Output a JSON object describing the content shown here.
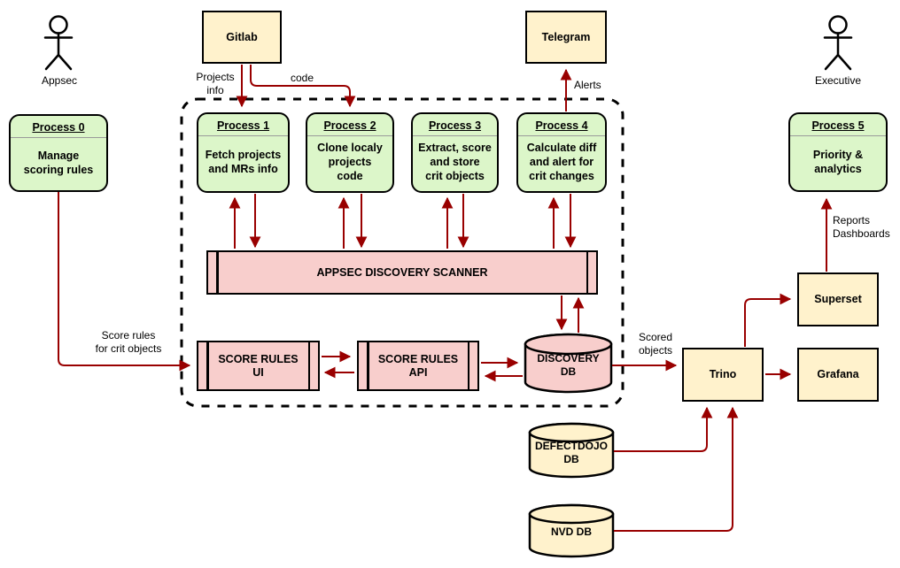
{
  "actors": [
    {
      "name": "Appsec"
    },
    {
      "name": "Executive"
    }
  ],
  "processes": [
    {
      "title": "Process 0",
      "body": "Manage\nscoring rules"
    },
    {
      "title": "Process 1",
      "body": "Fetch projects\nand MRs info"
    },
    {
      "title": "Process 2",
      "body": "Clone localy\nprojects\ncode"
    },
    {
      "title": "Process 3",
      "body": "Extract, score\nand store\ncrit objects"
    },
    {
      "title": "Process 4",
      "body": "Calculate diff\nand alert for\ncrit changes"
    },
    {
      "title": "Process 5",
      "body": "Priority &\nanalytics"
    }
  ],
  "systems": {
    "gitlab": "Gitlab",
    "telegram": "Telegram",
    "superset": "Superset",
    "trino": "Trino",
    "grafana": "Grafana"
  },
  "components": {
    "scanner": "APPSEC DISCOVERY SCANNER",
    "score_rules_ui": "SCORE RULES UI",
    "score_rules_api": "SCORE RULES API"
  },
  "databases": {
    "discovery": "DISCOVERY\nDB",
    "defectdojo": "DEFECTDOJO\nDB",
    "nvd": "NVD DB"
  },
  "edge_labels": {
    "projects_info": "Projects\ninfo",
    "code": "code",
    "alerts": "Alerts",
    "score_rules": "Score rules\nfor crit objects",
    "scored_objects": "Scored\nobjects",
    "reports": "Reports\nDashboards"
  },
  "colors": {
    "process_fill": "#DCF6C9",
    "system_fill": "#FFF2CC",
    "component_fill": "#F8CECC",
    "arrow": "#990000",
    "outline": "#000000"
  }
}
